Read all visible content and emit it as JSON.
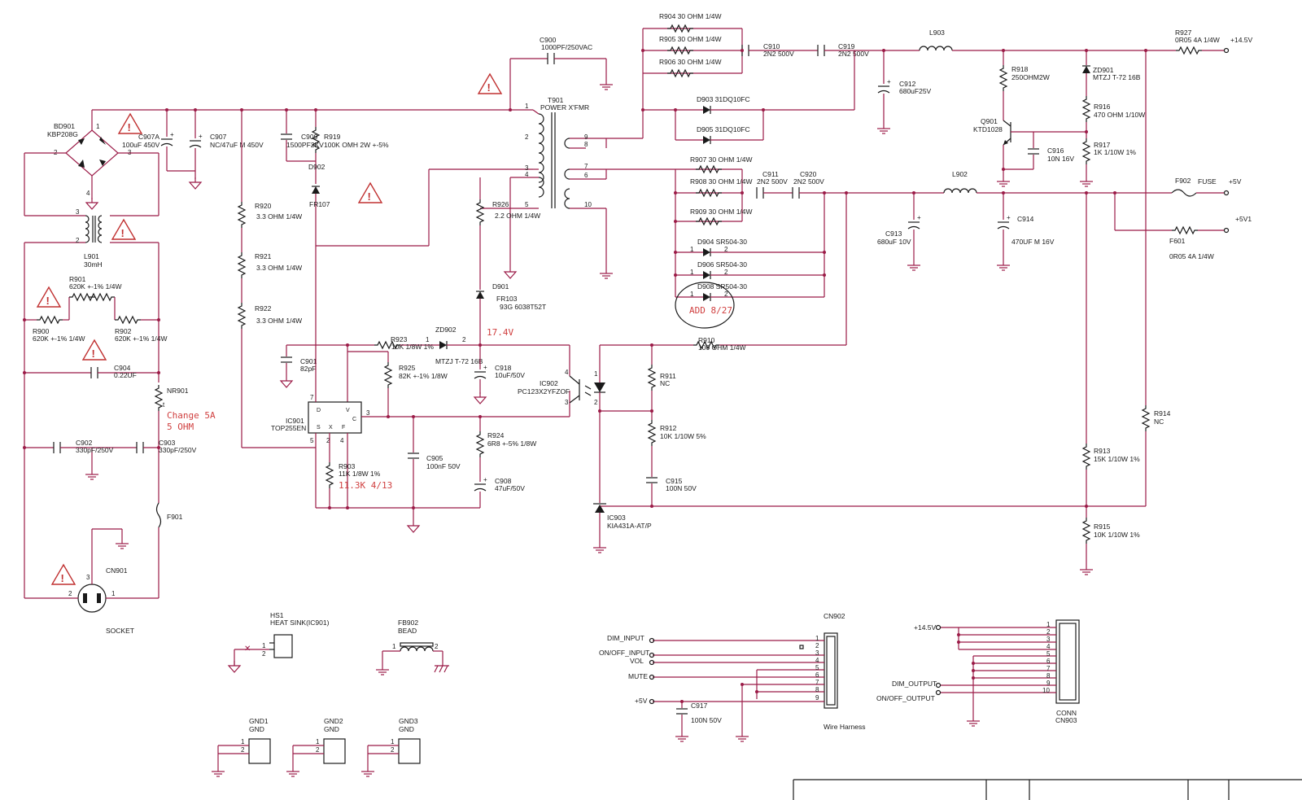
{
  "labels": {
    "bd901": [
      "BD901",
      "KBP208G"
    ],
    "c907a": [
      "C907A",
      "100uF 450V"
    ],
    "c907": [
      "C907",
      "NC/47uF M 450V"
    ],
    "c909": [
      "C909",
      "1500PF2KV"
    ],
    "r919": [
      "R919",
      "100K OMH 2W +-5%"
    ],
    "d902": [
      "D902",
      "FR107"
    ],
    "c900": [
      "C900",
      "1000PF/250VAC"
    ],
    "t901": [
      "T901",
      "POWER X'FMR"
    ],
    "r904": "R904 30 OHM 1/4W",
    "r905": "R905 30 OHM 1/4W",
    "r906": "R906 30 OHM 1/4W",
    "c910": [
      "C910",
      "2N2 500V"
    ],
    "c919": [
      "C919",
      "2N2 500V"
    ],
    "l903": "L903",
    "c912": [
      "C912",
      "680uF25V"
    ],
    "d903": "D903   31DQ10FC",
    "d905": "D905   31DQ10FC",
    "r918": [
      "R918",
      "250OHM2W"
    ],
    "q901": [
      "Q901",
      "KTD1028"
    ],
    "c916": [
      "C916",
      "10N 16V"
    ],
    "zd901": [
      "ZD901",
      "MTZJ T-72 16B"
    ],
    "r916": [
      "R916",
      "470 OHM 1/10W"
    ],
    "r917": [
      "R917",
      "1K 1/10W 1%"
    ],
    "r927": [
      "R927",
      "0R05 4A 1/4W"
    ],
    "out145": "+14.5V",
    "r907": "R907 30 OHM 1/4W",
    "r908": "R908 30 OHM 1/4W",
    "r909": "R909 30 OHM 1/4W",
    "c911": [
      "C911",
      "2N2 500V"
    ],
    "c920": [
      "C920",
      "2N2 500V"
    ],
    "l902": "L902",
    "c913": [
      "C913",
      "680uF 10V"
    ],
    "c914": [
      "C914",
      "470UF M 16V"
    ],
    "f902": "F902",
    "fuse": "FUSE",
    "out5v": "+5V",
    "f601": [
      "F601",
      "0R05 4A 1/4W"
    ],
    "out5v1": "+5V1",
    "d904": "D904 SR504-30",
    "d906": "D906 SR504-30",
    "d908": "D908 SR504-30",
    "add827": "ADD 8/27",
    "r926": [
      "R926",
      "2.2 OHM 1/4W"
    ],
    "d901": [
      "D901",
      "FR103",
      "93G 6038T52T"
    ],
    "r920": [
      "R920",
      "3.3 OHM 1/4W"
    ],
    "r921": [
      "R921",
      "3.3 OHM 1/4W"
    ],
    "r922": [
      "R922",
      "3.3 OHM 1/4W"
    ],
    "l901": [
      "L901",
      "30mH"
    ],
    "r901": [
      "R901",
      "620K +-1% 1/4W"
    ],
    "r900": [
      "R900",
      "620K +-1% 1/4W"
    ],
    "r902": [
      "R902",
      "620K +-1% 1/4W"
    ],
    "c904": [
      "C904",
      "0.22UF"
    ],
    "nr901": "NR901",
    "change5a": [
      "Change 5A",
      "5 OHM"
    ],
    "c902": [
      "C902",
      "330pF/250V"
    ],
    "c903": [
      "C903",
      "330pF/250V"
    ],
    "f901": "F901",
    "cn901": "CN901",
    "socket": "SOCKET",
    "r923": [
      "R923",
      "10K 1/8W 1%"
    ],
    "zd902": [
      "ZD902",
      "MTZJ T-72 16B"
    ],
    "v174": "17.4V",
    "c901": [
      "C901",
      "82pF"
    ],
    "r925": [
      "R925",
      "82K +-1% 1/8W"
    ],
    "c918": [
      "C918",
      "10uF/50V"
    ],
    "ic902": [
      "IC902",
      "PC123X2YFZOF"
    ],
    "ic901": [
      "IC901",
      "TOP255EN"
    ],
    "c905": [
      "C905",
      "100nF 50V"
    ],
    "r924": [
      "R924",
      "6R8 +-5% 1/8W"
    ],
    "c908": [
      "C908",
      "47uF/50V"
    ],
    "r903": [
      "R903",
      "11K 1/8W 1%"
    ],
    "change113k": "11.3K 4/13",
    "r910": [
      "R910",
      "100 OHM 1/4W"
    ],
    "r911": [
      "R911",
      "NC"
    ],
    "r912": [
      "R912",
      "10K 1/10W 5%"
    ],
    "c915": [
      "C915",
      "100N 50V"
    ],
    "ic903": [
      "IC903",
      "KIA431A-AT/P"
    ],
    "r914": [
      "R914",
      "NC"
    ],
    "r913": [
      "R913",
      "15K 1/10W 1%"
    ],
    "r915": [
      "R915",
      "10K 1/10W 1%"
    ],
    "hs1": [
      "HS1",
      "HEAT SINK(IC901)"
    ],
    "fb902": [
      "FB902",
      "BEAD"
    ],
    "gnd1": [
      "GND1",
      "GND"
    ],
    "gnd2": [
      "GND2",
      "GND"
    ],
    "gnd3": [
      "GND3",
      "GND"
    ],
    "cn902": "CN902",
    "wire_harness": "Wire Harness",
    "cn902_signals": [
      "DIM_INPUT",
      "ON/OFF_INPUT",
      "VOL",
      "MUTE",
      "+5V"
    ],
    "c917": [
      "C917",
      "100N 50V"
    ],
    "cn903": [
      "CONN",
      "CN903"
    ],
    "cn903_signals": [
      "+14.5V",
      "DIM_OUTPUT",
      "ON/OFF_OUTPUT"
    ]
  }
}
